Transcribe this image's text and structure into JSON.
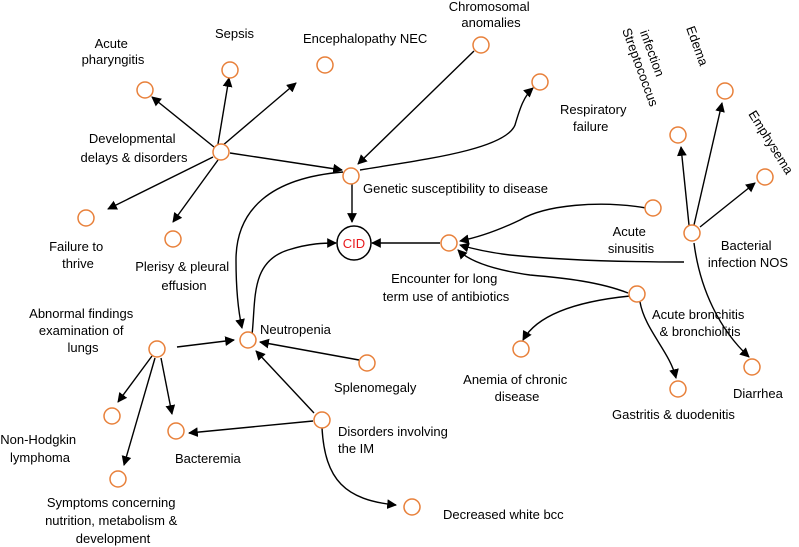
{
  "colors": {
    "node_stroke": "#e8803a",
    "cid_text": "#e8181c",
    "edge": "#000000"
  },
  "central": {
    "label": "CID"
  },
  "labels": {
    "sepsis": "Sepsis",
    "acute_pharyngitis": [
      "Acute",
      "pharyngitis"
    ],
    "encephalopathy": "Encephalopathy NEC",
    "chromosomal": [
      "Chromosomal",
      "anomalies"
    ],
    "respiratory_failure": [
      "Respiratory",
      "failure"
    ],
    "developmental": [
      "Developmental",
      "delays & disorders"
    ],
    "genetic": "Genetic susceptibility to disease",
    "failure_thrive": [
      "Failure to",
      "thrive"
    ],
    "pleurisy": [
      "Plerisy & pleural",
      "effusion"
    ],
    "abnormal_findings": [
      "Abnormal findings",
      "examination of",
      "lungs"
    ],
    "neutropenia": "Neutropenia",
    "splenomegaly": "Splenomegaly",
    "non_hodgkin": [
      "Non-Hodgkin",
      "lymphoma"
    ],
    "bacteremia": "Bacteremia",
    "disorders_im": [
      "Disorders involving",
      "the IM"
    ],
    "symptoms": [
      "Symptoms concerning",
      "nutrition, metabolism &",
      "development"
    ],
    "decreased_wbc": "Decreased white bcc",
    "encounter": [
      "Encounter for long",
      "term use of antibiotics"
    ],
    "acute_sinusitis": [
      "Acute",
      "sinusitis"
    ],
    "bacterial_infection": [
      "Bacterial",
      "infection NOS"
    ],
    "streptococcus": [
      "Streptococcus",
      "infection"
    ],
    "edema": "Edema",
    "emphysema": "Emphysema",
    "acute_bronchitis": [
      "Acute bronchitis",
      "& bronchiolitis"
    ],
    "anemia": [
      "Anemia of chronic",
      "disease"
    ],
    "gastritis": "Gastritis & duodenitis",
    "diarrhea": "Diarrhea"
  }
}
